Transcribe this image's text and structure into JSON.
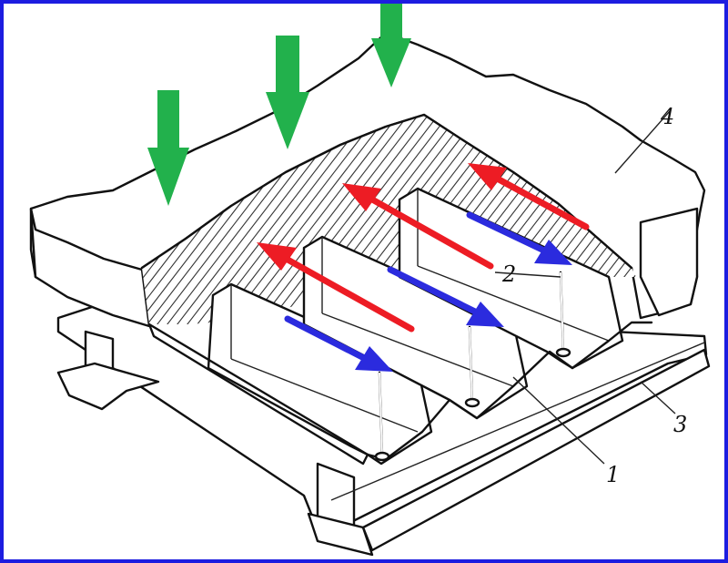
{
  "labels": {
    "concrete": "4",
    "stud": "2",
    "beam": "3",
    "deck": "1"
  },
  "colors": {
    "border": "#1d1de0",
    "load_arrow": "#22b14c",
    "shear_red": "#ed1c24",
    "shear_blue": "#2b2bde"
  }
}
